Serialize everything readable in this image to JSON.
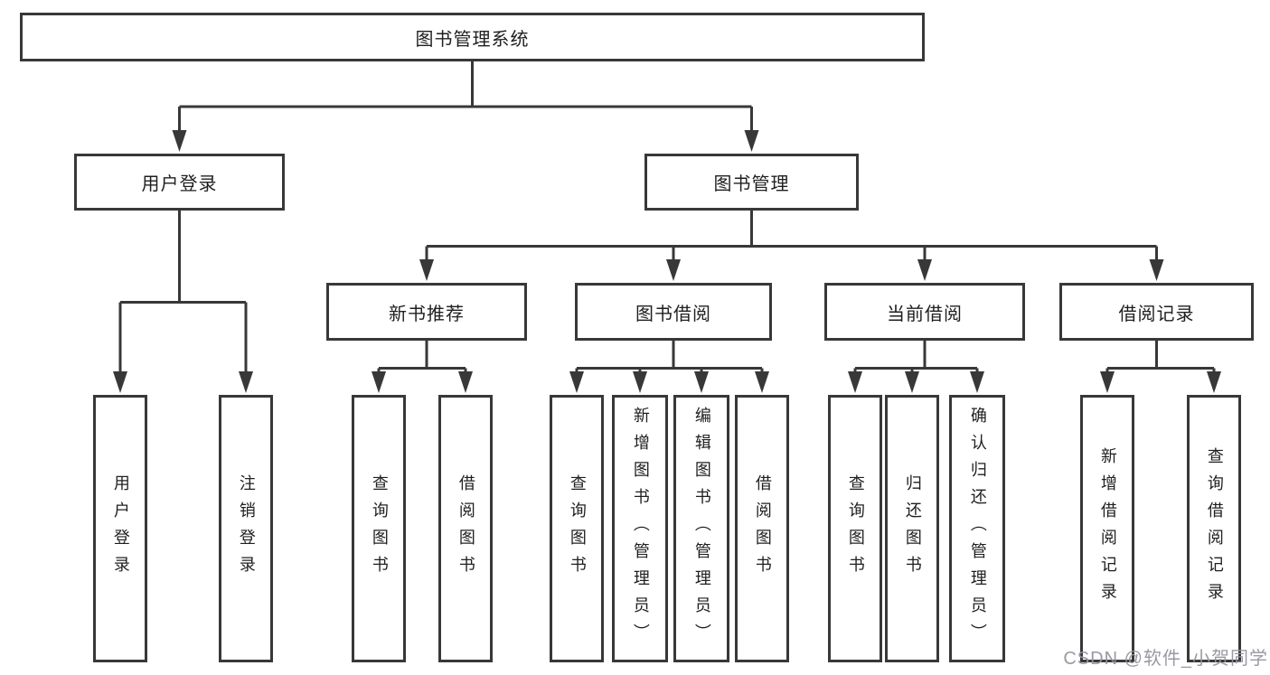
{
  "diagram_title": "图书管理系统",
  "tree": {
    "label": "图书管理系统",
    "children": [
      {
        "label": "用户登录",
        "children": [
          {
            "label": "用户登录"
          },
          {
            "label": "注销登录"
          }
        ]
      },
      {
        "label": "图书管理",
        "children": [
          {
            "label": "新书推荐",
            "children": [
              {
                "label": "查询图书"
              },
              {
                "label": "借阅图书"
              }
            ]
          },
          {
            "label": "图书借阅",
            "children": [
              {
                "label": "查询图书"
              },
              {
                "label": "新增图书（管理员）"
              },
              {
                "label": "编辑图书（管理员）"
              },
              {
                "label": "借阅图书"
              }
            ]
          },
          {
            "label": "当前借阅",
            "children": [
              {
                "label": "查询图书"
              },
              {
                "label": "归还图书"
              },
              {
                "label": "确认归还（管理员）"
              }
            ]
          },
          {
            "label": "借阅记录",
            "children": [
              {
                "label": "新增借阅记录"
              },
              {
                "label": "查询借阅记录"
              }
            ]
          }
        ]
      }
    ]
  },
  "watermark": "CSDN @软件_小贺同学",
  "colors": {
    "line": "#383838",
    "box_border": "#383838",
    "box_fill": "#ffffff",
    "text": "#1f1f1f",
    "watermark": "#94949e",
    "background": "#ffffff"
  }
}
